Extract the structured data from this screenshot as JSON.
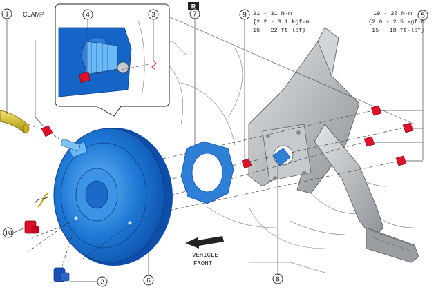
{
  "callouts": {
    "c1": "1",
    "c2": "2",
    "c3": "3",
    "c4": "4",
    "c5": "5",
    "c6": "6",
    "c7": "7",
    "c8": "8",
    "c9": "9",
    "c10": "10"
  },
  "labels": {
    "clamp": "CLAMP",
    "r_badge": "R",
    "vehicle": "VEHICLE",
    "front": "FRONT"
  },
  "torque_9": {
    "line1": "21 - 31 N·m",
    "line2": "{2.2 - 3.1 kgf·m",
    "line3": "16 - 22 ft·lbf}"
  },
  "torque_5": {
    "line1": "19 - 25 N·m",
    "line2": "{2.0 - 2.5 kgf·m",
    "line3": "15 - 18 ft·lbf}"
  },
  "colors": {
    "booster_blue": "#1565c8",
    "booster_light": "#4fa3f0",
    "nut_red": "#e0102a",
    "gasket_blue": "#2e7fd8",
    "line_gray": "#555555",
    "pedal_gray": "#b8bcc0",
    "hose_yellow": "#d9c21a"
  }
}
